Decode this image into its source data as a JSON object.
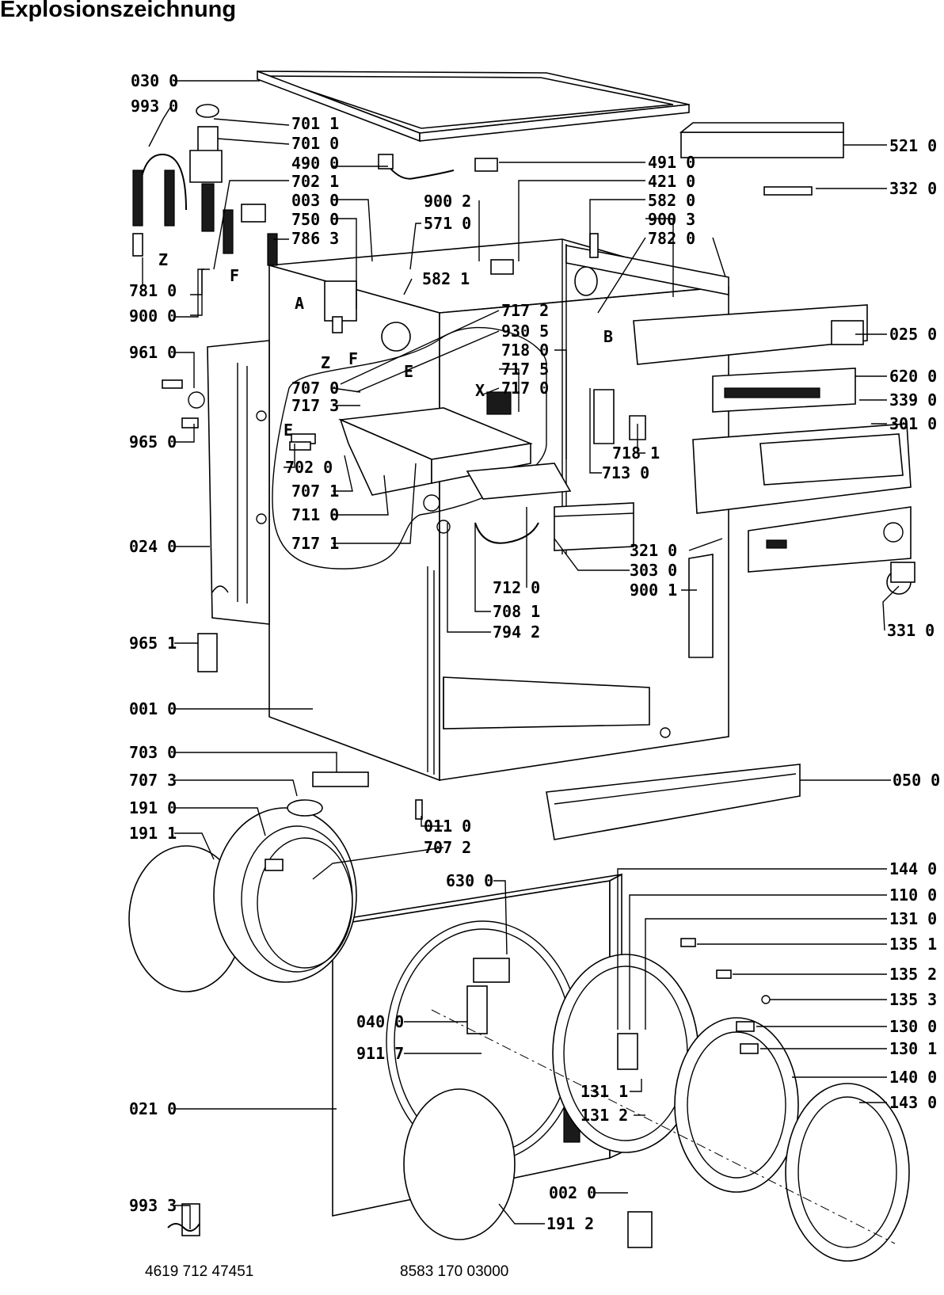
{
  "title": "Explosionszeichnung",
  "footer": {
    "left_code": "4619 712 47451",
    "right_code": "8583 170 03000"
  },
  "callouts": [
    {
      "id": "c030",
      "text": "030 0"
    },
    {
      "id": "c993a",
      "text": "993 0"
    },
    {
      "id": "c7011",
      "text": "701 1"
    },
    {
      "id": "c7010",
      "text": "701 0"
    },
    {
      "id": "c4900",
      "text": "490 0"
    },
    {
      "id": "c7021",
      "text": "702 1"
    },
    {
      "id": "c0030",
      "text": "003 0"
    },
    {
      "id": "c7500",
      "text": "750 0"
    },
    {
      "id": "c7863",
      "text": "786 3"
    },
    {
      "id": "c9002",
      "text": "900 2"
    },
    {
      "id": "c5710",
      "text": "571 0"
    },
    {
      "id": "c5821",
      "text": "582 1"
    },
    {
      "id": "c4910",
      "text": "491 0"
    },
    {
      "id": "c4210",
      "text": "421 0"
    },
    {
      "id": "c5820",
      "text": "582 0"
    },
    {
      "id": "c9003",
      "text": "900 3"
    },
    {
      "id": "c7820",
      "text": "782 0"
    },
    {
      "id": "c5210",
      "text": "521 0"
    },
    {
      "id": "c3320",
      "text": "332 0"
    },
    {
      "id": "c7810",
      "text": "781 0"
    },
    {
      "id": "c9000",
      "text": "900 0"
    },
    {
      "id": "c9610",
      "text": "961 0"
    },
    {
      "id": "c9650",
      "text": "965 0"
    },
    {
      "id": "c7172",
      "text": "717 2"
    },
    {
      "id": "c9305",
      "text": "930 5"
    },
    {
      "id": "c7180",
      "text": "718 0"
    },
    {
      "id": "c7175",
      "text": "717 5"
    },
    {
      "id": "c7170",
      "text": "717 0"
    },
    {
      "id": "c7070",
      "text": "707 0"
    },
    {
      "id": "c7173",
      "text": "717 3"
    },
    {
      "id": "c7020",
      "text": "702 0"
    },
    {
      "id": "c7071",
      "text": "707 1"
    },
    {
      "id": "c7110",
      "text": "711 0"
    },
    {
      "id": "c7171",
      "text": "717 1"
    },
    {
      "id": "c0250",
      "text": "025 0"
    },
    {
      "id": "c6200",
      "text": "620 0"
    },
    {
      "id": "c3390",
      "text": "339 0"
    },
    {
      "id": "c3010",
      "text": "301 0"
    },
    {
      "id": "c7181",
      "text": "718 1"
    },
    {
      "id": "c7130",
      "text": "713 0"
    },
    {
      "id": "c0240",
      "text": "024 0"
    },
    {
      "id": "c3210",
      "text": "321 0"
    },
    {
      "id": "c3030",
      "text": "303 0"
    },
    {
      "id": "c9001",
      "text": "900 1"
    },
    {
      "id": "c7120",
      "text": "712 0"
    },
    {
      "id": "c7081",
      "text": "708 1"
    },
    {
      "id": "c7942",
      "text": "794 2"
    },
    {
      "id": "c9651",
      "text": "965 1"
    },
    {
      "id": "c3310",
      "text": "331 0"
    },
    {
      "id": "c0010",
      "text": "001 0"
    },
    {
      "id": "c7030",
      "text": "703 0"
    },
    {
      "id": "c7073",
      "text": "707 3"
    },
    {
      "id": "c1910",
      "text": "191 0"
    },
    {
      "id": "c1911",
      "text": "191 1"
    },
    {
      "id": "c0500",
      "text": "050 0"
    },
    {
      "id": "c0110",
      "text": "011 0"
    },
    {
      "id": "c7072",
      "text": "707 2"
    },
    {
      "id": "c6300",
      "text": "630 0"
    },
    {
      "id": "c1440",
      "text": "144 0"
    },
    {
      "id": "c1100",
      "text": "110 0"
    },
    {
      "id": "c1310",
      "text": "131 0"
    },
    {
      "id": "c1351",
      "text": "135 1"
    },
    {
      "id": "c1352",
      "text": "135 2"
    },
    {
      "id": "c1353",
      "text": "135 3"
    },
    {
      "id": "c1300",
      "text": "130 0"
    },
    {
      "id": "c1301",
      "text": "130 1"
    },
    {
      "id": "c0400",
      "text": "040 0"
    },
    {
      "id": "c9117",
      "text": "911 7"
    },
    {
      "id": "c1311",
      "text": "131 1"
    },
    {
      "id": "c1312",
      "text": "131 2"
    },
    {
      "id": "c1400",
      "text": "140 0"
    },
    {
      "id": "c0210",
      "text": "021 0"
    },
    {
      "id": "c1430",
      "text": "143 0"
    },
    {
      "id": "c9933",
      "text": "993 3"
    },
    {
      "id": "c0020",
      "text": "002 0"
    },
    {
      "id": "c1912",
      "text": "191 2"
    }
  ],
  "markers": [
    {
      "id": "mA",
      "text": "A"
    },
    {
      "id": "mZ1",
      "text": "Z"
    },
    {
      "id": "mF1",
      "text": "F"
    },
    {
      "id": "mZ2",
      "text": "Z"
    },
    {
      "id": "mF2",
      "text": "F"
    },
    {
      "id": "mE1",
      "text": "E"
    },
    {
      "id": "mB",
      "text": "B"
    },
    {
      "id": "mX",
      "text": "X"
    },
    {
      "id": "mE2",
      "text": "E"
    }
  ]
}
